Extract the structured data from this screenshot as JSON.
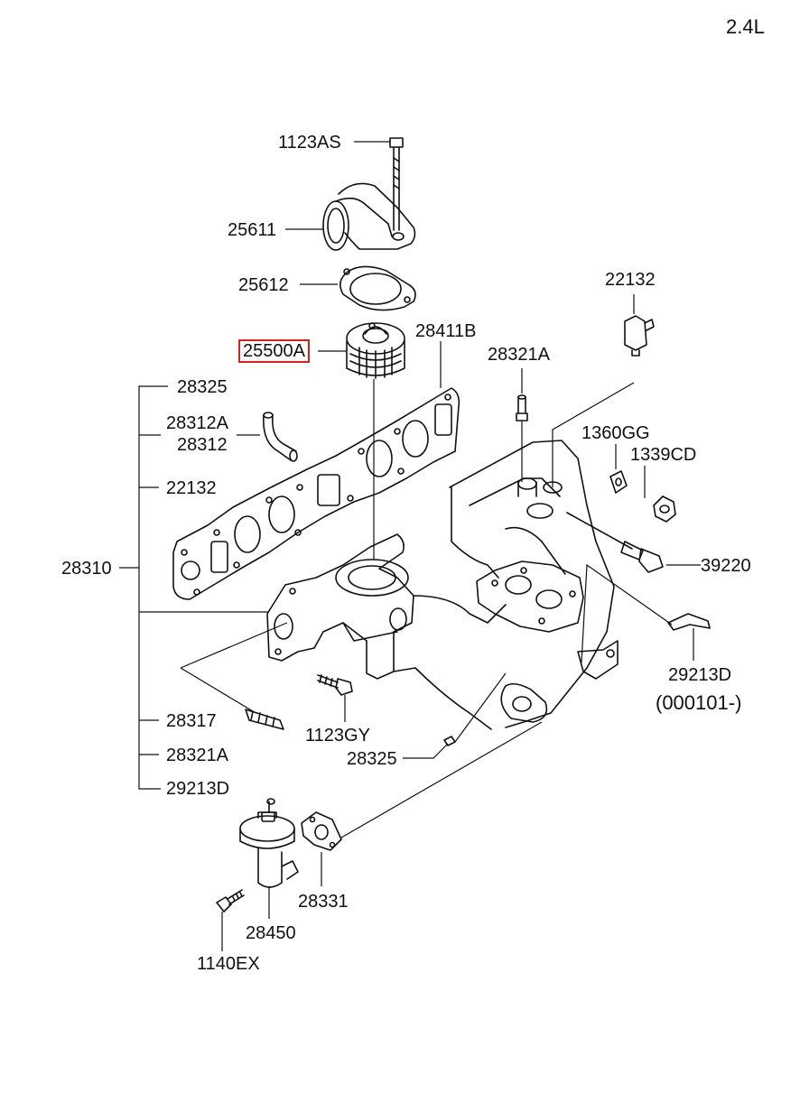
{
  "edition": "2.4L",
  "highlight_color": "#d22222",
  "labels": {
    "l_1123AS": "1123AS",
    "l_25611": "25611",
    "l_25612": "25612",
    "l_25500A": "25500A",
    "l_28411B": "28411B",
    "l_22132_top": "22132",
    "l_28321A_top": "28321A",
    "l_28325_top": "28325",
    "l_28312A": "28312A",
    "l_28312": "28312",
    "l_22132_left": "22132",
    "l_1360GG": "1360GG",
    "l_1339CD": "1339CD",
    "l_28310": "28310",
    "l_39220": "39220",
    "l_29213D_right": "29213D",
    "l_000101": "(000101-)",
    "l_28317": "28317",
    "l_1123GY": "1123GY",
    "l_28325_bottom": "28325",
    "l_28321A_bottom": "28321A",
    "l_29213D_left": "29213D",
    "l_28331": "28331",
    "l_28450": "28450",
    "l_1140EX": "1140EX"
  }
}
